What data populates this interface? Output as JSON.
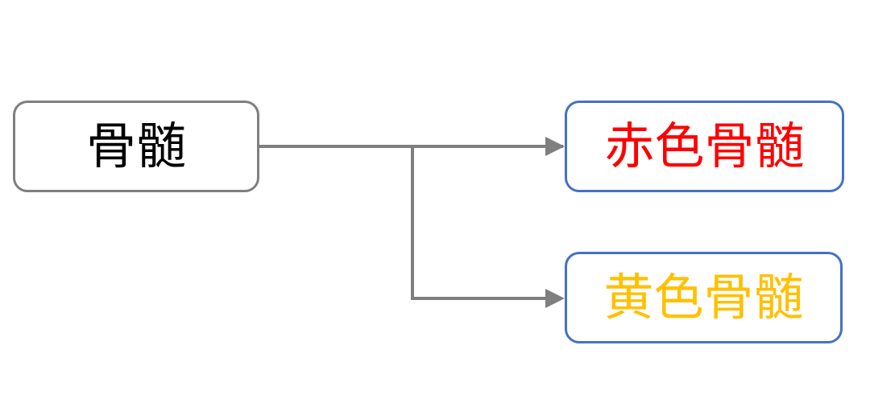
{
  "diagram": {
    "root": {
      "label": "骨髄",
      "color": "#000000",
      "border": "#7f7f7f"
    },
    "children": [
      {
        "label": "赤色骨髄",
        "color": "#ff0000",
        "border": "#4472c4"
      },
      {
        "label": "黄色骨髄",
        "color": "#ffc000",
        "border": "#4472c4"
      }
    ],
    "connector_color": "#7f7f7f"
  }
}
